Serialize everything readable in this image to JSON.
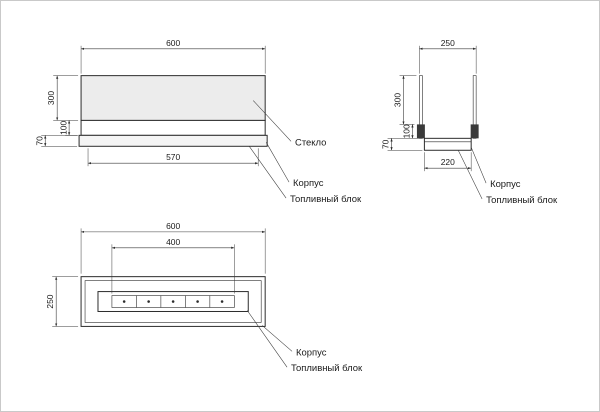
{
  "colors": {
    "background": "#ffffff",
    "line": "#2b2b2b",
    "glass_fill": "#ececec",
    "base_fill": "#f4f4f4",
    "bracket_fill": "#3a3a3a"
  },
  "drawing": {
    "front_view": {
      "dims": {
        "width": "600",
        "glass_height": "300",
        "fuel_height": "100",
        "base_height": "70",
        "inner_width": "570"
      },
      "labels": {
        "glass": "Стекло",
        "body": "Корпус",
        "fuel": "Топливный блок"
      }
    },
    "side_view": {
      "dims": {
        "depth": "250",
        "glass_height": "300",
        "fuel_height": "100",
        "base_height": "70",
        "base_depth": "220"
      },
      "labels": {
        "body": "Корпус",
        "fuel": "Топливный блок"
      }
    },
    "top_view": {
      "dims": {
        "width": "600",
        "slot_width": "400",
        "depth": "250"
      },
      "labels": {
        "body": "Корпус",
        "fuel": "Топливный блок"
      }
    }
  }
}
